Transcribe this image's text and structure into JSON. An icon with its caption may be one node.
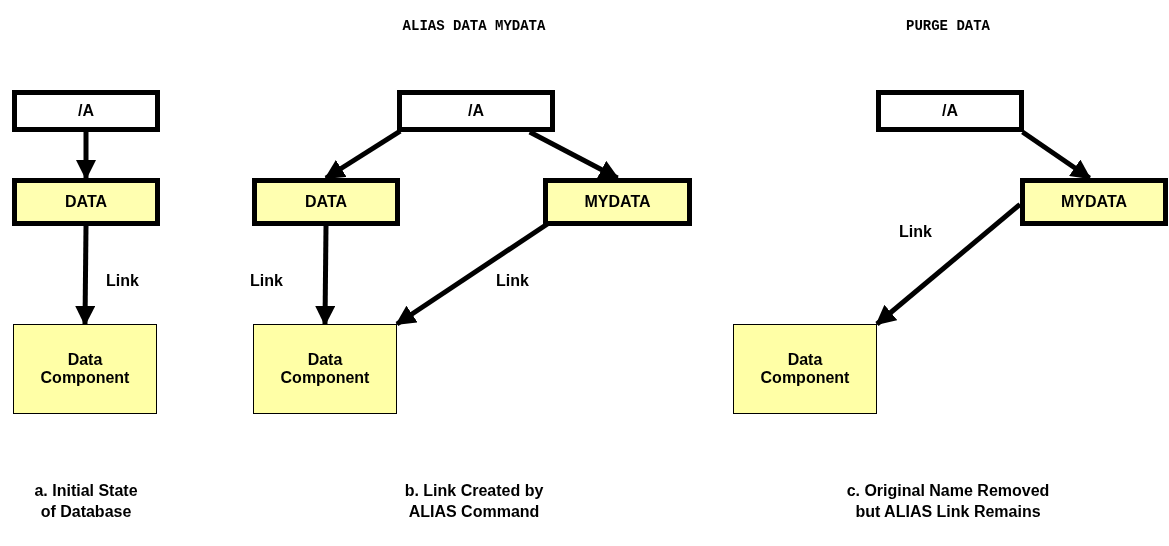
{
  "diagram": {
    "nodes": [
      {
        "text": [
          "/A"
        ]
      },
      {
        "text": [
          "DATA"
        ]
      },
      {
        "text": [
          "Data Component"
        ]
      },
      {
        "text": [
          "/A"
        ]
      },
      {
        "text": [
          "DATA"
        ]
      },
      {
        "text": [
          "MYDATA"
        ]
      },
      {
        "text": [
          "Data Component"
        ]
      },
      {
        "text": [
          "/A"
        ]
      },
      {
        "text": [
          "MYDATA"
        ]
      },
      {
        "text": [
          "Data Component"
        ]
      }
    ],
    "edges": [
      {
        "from": 0,
        "to": 1,
        "arrow": "to"
      },
      {
        "from": 1,
        "to": 2,
        "arrow": "to",
        "label": "Link"
      },
      {
        "from": 3,
        "to": 4,
        "arrow": "to"
      },
      {
        "from": 3,
        "to": 5,
        "arrow": "to"
      },
      {
        "from": 4,
        "to": 6,
        "arrow": "to",
        "label": "Link"
      },
      {
        "from": 5,
        "to": 6,
        "arrow": "to",
        "label": "Link"
      },
      {
        "from": 7,
        "to": 8,
        "arrow": "to"
      },
      {
        "from": 8,
        "to": 9,
        "arrow": "to",
        "label": "Link"
      }
    ],
    "labels": [
      "ALIAS DATA MYDATA",
      "PURGE DATA",
      "a. Initial State of Database",
      "b. Link Created by ALIAS Command",
      "c. Original Name Removed but ALIAS Link Remains"
    ]
  }
}
